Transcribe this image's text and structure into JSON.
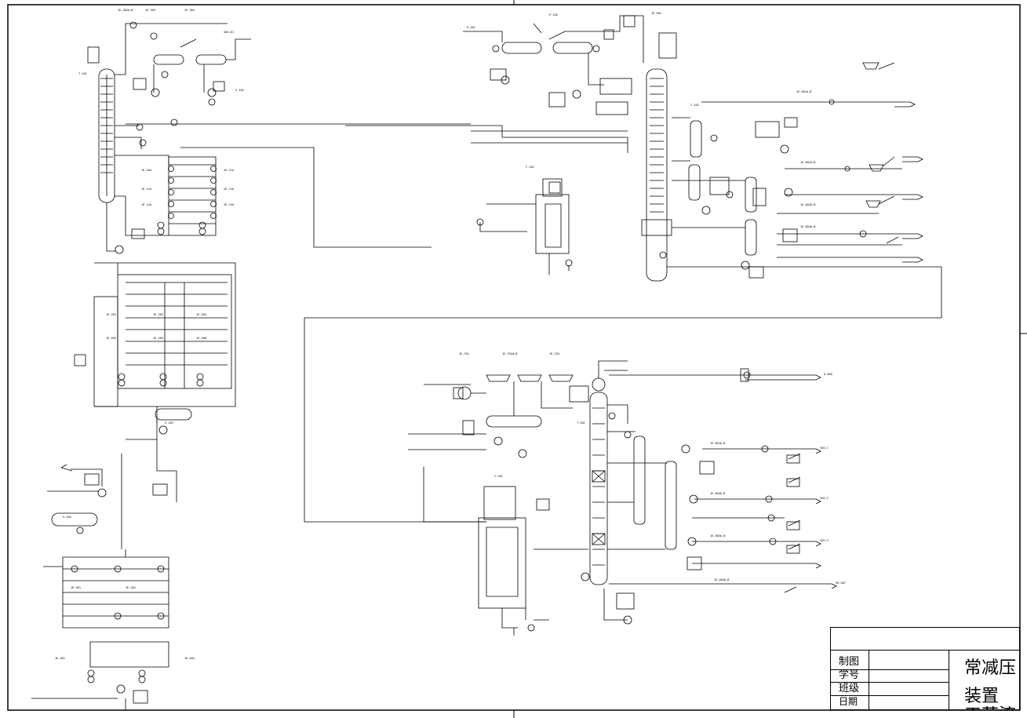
{
  "title_block": {
    "labels": {
      "drawn_by": "制图",
      "student_no": "学号",
      "class": "班级",
      "date": "日期"
    },
    "title_line1": "常减压",
    "title_line2": "装置",
    "title_line3": "工艺流"
  }
}
